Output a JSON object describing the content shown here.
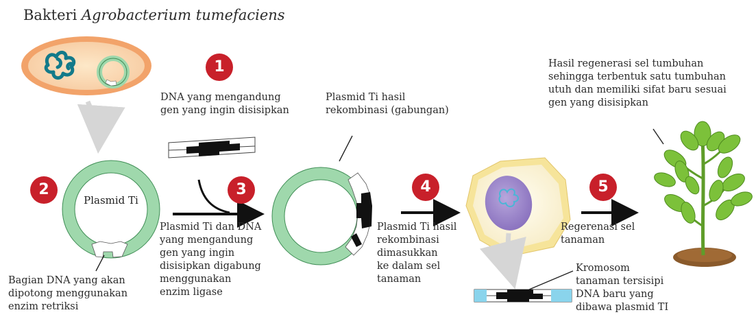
{
  "title": {
    "prefix": "Bakteri",
    "species": "Agrobacterium tumefaciens"
  },
  "steps": [
    "1",
    "2",
    "3",
    "4",
    "5"
  ],
  "labels": {
    "plasmid": "Plasmid\nTi",
    "dna_gene": "DNA yang mengandung\ngen yang ingin disisipkan",
    "plasmid_recombined_top": "Plasmid Ti hasil\nrekombinasi (gabungan)",
    "cut_part": "Bagian DNA yang akan\ndipotong menggunakan\nenzim retriksi",
    "ligase": "Plasmid Ti dan DNA\nyang mengandung\ngen yang ingin\ndisisipkan digabung\nmenggunakan\nenzim ligase",
    "inserted": "Plasmid Ti hasil\nrekombinasi\ndimasukkan\nke  dalam sel\ntanaman",
    "regeneration": "Regerenasi sel\ntanaman",
    "result": "Hasil regenerasi sel tumbuhan\nsehingga terbentuk satu tumbuhan\nutuh dan memiliki sifat baru sesuai\ngen yang disisipkan",
    "chromosome": "Kromosom\ntanaman tersisipi\nDNA baru yang\ndibawa plasmid TI"
  },
  "colors": {
    "badge": "#c8202a",
    "plasmid_green": "#9fd8ac",
    "bacterium_outer": "#f2a36a",
    "bacterium_inner": "#fbe3c0",
    "bacterial_dna": "#137a8a",
    "plant_cell_wall": "#f6e49a",
    "nucleus": "#9c86c9",
    "chromosome_blue": "#8ad4ec",
    "leaf_green": "#7cc13a"
  }
}
